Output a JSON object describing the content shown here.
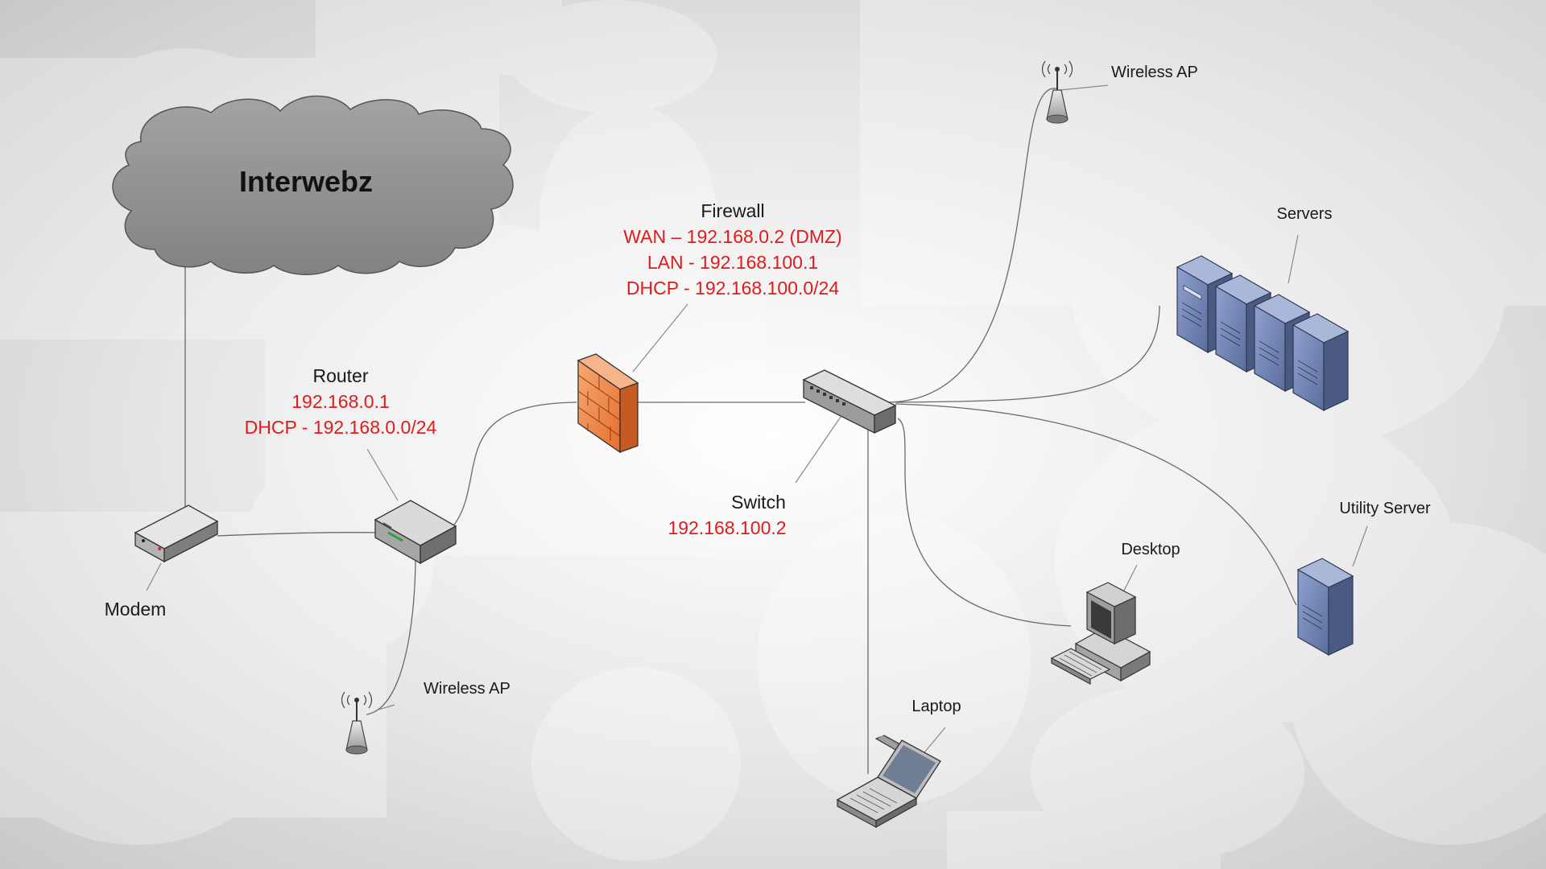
{
  "cloud": {
    "label": "Interwebz"
  },
  "firewall": {
    "name": "Firewall",
    "wan": "WAN – 192.168.0.2 (DMZ)",
    "lan": "LAN - 192.168.100.1",
    "dhcp": "DHCP - 192.168.100.0/24"
  },
  "router": {
    "name": "Router",
    "ip": "192.168.0.1",
    "dhcp": "DHCP - 192.168.0.0/24"
  },
  "modem": {
    "name": "Modem"
  },
  "switch": {
    "name": "Switch",
    "ip": "192.168.100.2"
  },
  "wireless_ap_top": {
    "name": "Wireless AP"
  },
  "wireless_ap_bottom": {
    "name": "Wireless AP"
  },
  "servers": {
    "name": "Servers"
  },
  "utility_server": {
    "name": "Utility Server"
  },
  "desktop": {
    "name": "Desktop"
  },
  "laptop": {
    "name": "Laptop"
  },
  "colors": {
    "ip_text": "#e01b1b",
    "label_text": "#1a1a1a",
    "cloud": "#8e8e8e",
    "firewall": "#f08a4b",
    "server": "#6f83b3"
  }
}
